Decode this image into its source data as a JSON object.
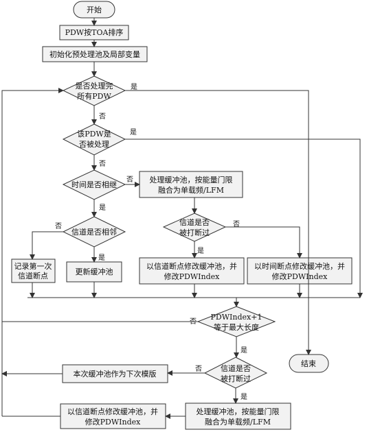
{
  "nodes": {
    "start": "开始",
    "sort": "PDW按TOA排序",
    "init": "初始化预处理池及局部变量",
    "all_done_1": "是否处理完",
    "all_done_2": "所有PDW",
    "processed_1": "该PDW是",
    "processed_2": "否被处理",
    "time_adj": "时间是否相继",
    "fuse_1_1": "处理缓冲池，按能量门限",
    "fuse_1_2": "融合为单载频/LFM",
    "interrupted_1_1": "信道是否",
    "interrupted_1_2": "被打断过",
    "chan_adj": "信道是否相邻",
    "record_1": "记录第一次",
    "record_2": "信道断点",
    "update": "更新缓冲池",
    "mod_chan_1_1": "以信道断点修改缓冲池，并",
    "mod_chan_1_2": "修改PDWIndex",
    "mod_time_1": "以时间断点修改缓冲池，并",
    "mod_time_2": "修改PDWIndex",
    "index_max_1": "PDWIndex+1",
    "index_max_2": "等于最大长度",
    "end": "结束",
    "interrupted_2_1": "信道是否",
    "interrupted_2_2": "被打断过",
    "template": "本次缓冲池作为下次模版",
    "fuse_2_1": "处理缓冲池，按能量门限",
    "fuse_2_2": "融合为单载频/LFM",
    "mod_chan_2_1": "以信道断点修改缓冲池，并",
    "mod_chan_2_2": "修改PDWIndex"
  },
  "labels": {
    "yes": "是",
    "no": "否"
  }
}
